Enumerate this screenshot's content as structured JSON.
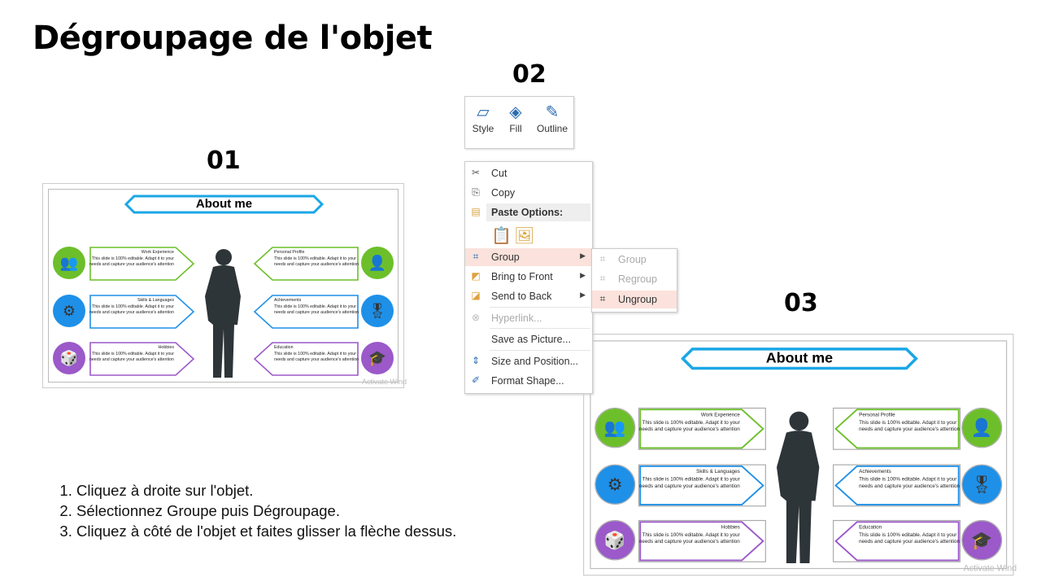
{
  "title": "Dégroupage de l'objet",
  "steps_labels": {
    "s1": "01",
    "s2": "02",
    "s3": "03"
  },
  "slide": {
    "banner": "About me",
    "watermark": "Activate Wind",
    "body": "This slide is 100% editable. Adapt it to your needs and capture your audience's attention",
    "left_cards": [
      {
        "heading": "Work Experience",
        "color": "#6cbf2a",
        "icon": "meeting-icon",
        "glyph": "👥"
      },
      {
        "heading": "Skills & Languages",
        "color": "#1e90e8",
        "icon": "gears-icon",
        "glyph": "⚙"
      },
      {
        "heading": "Hobbies",
        "color": "#9b59c9",
        "icon": "dice-icon",
        "glyph": "🎲"
      }
    ],
    "right_cards": [
      {
        "heading": "Personal Profile",
        "color": "#6cbf2a",
        "icon": "businessman-icon",
        "glyph": "👤"
      },
      {
        "heading": "Achievements",
        "color": "#1e90e8",
        "icon": "award-icon",
        "glyph": "🎖"
      },
      {
        "heading": "Education",
        "color": "#9b59c9",
        "icon": "graduation-cap-icon",
        "glyph": "🎓"
      }
    ],
    "banner_color": "#1ba7e6"
  },
  "ribbon": {
    "style": "Style",
    "fill": "Fill",
    "outline": "Outline"
  },
  "menu": {
    "cut": "Cut",
    "copy": "Copy",
    "paste_options": "Paste Options:",
    "group": "Group",
    "bring_to_front": "Bring to Front",
    "send_to_back": "Send to Back",
    "hyperlink": "Hyperlink...",
    "save_as_picture": "Save as Picture...",
    "size_and_position": "Size and Position...",
    "format_shape": "Format Shape..."
  },
  "submenu": {
    "group": "Group",
    "regroup": "Regroup",
    "ungroup": "Ungroup"
  },
  "instructions": [
    "Cliquez à droite sur l'objet.",
    "Sélectionnez Groupe puis Dégroupage.",
    "Cliquez à côté de l'objet et faites glisser la flèche dessus."
  ]
}
